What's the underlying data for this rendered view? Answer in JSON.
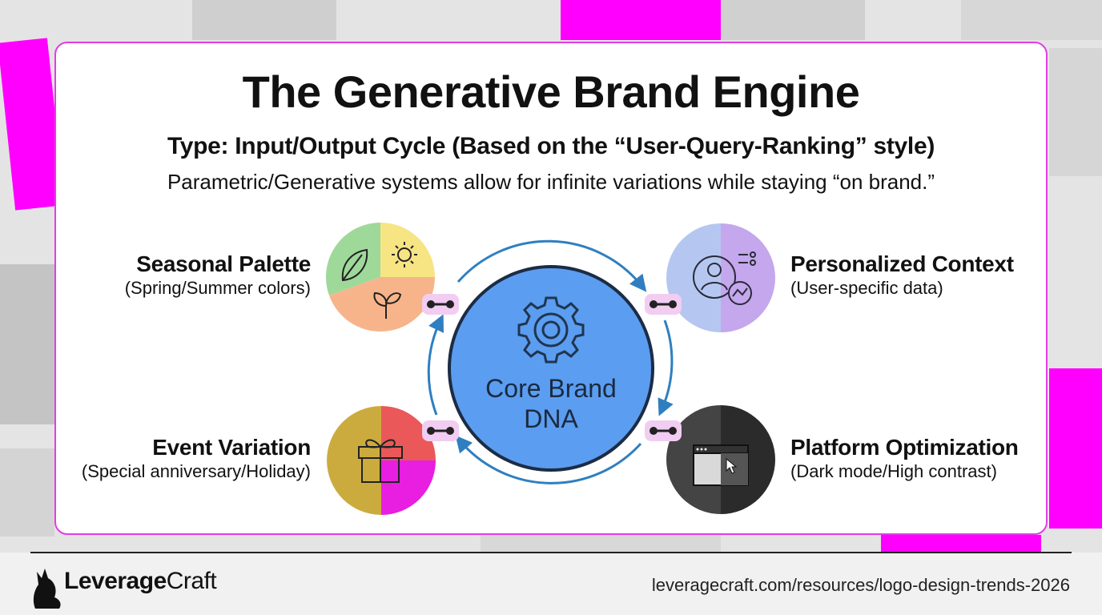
{
  "title": "The Generative Brand Engine",
  "subtitle": "Type: Input/Output Cycle (Based on the “User-Query-Ranking” style)",
  "description": "Parametric/Generative systems allow for infinite variations while staying “on brand.”",
  "center": {
    "line1": "Core Brand",
    "line2": "DNA",
    "icon": "gear-icon",
    "color": "#4f97f0"
  },
  "nodes": {
    "seasonal": {
      "title": "Seasonal Palette",
      "subtitle": "(Spring/Summer colors)",
      "icons": [
        "leaf-icon",
        "sun-icon",
        "sprout-icon"
      ]
    },
    "personalized": {
      "title": "Personalized Context",
      "subtitle": "(User-specific data)",
      "icon": "user-data-icon"
    },
    "event": {
      "title": "Event Variation",
      "subtitle": "(Special anniversary/Holiday)",
      "icon": "gift-icon"
    },
    "platform": {
      "title": "Platform Optimization",
      "subtitle": "(Dark mode/High contrast)",
      "icon": "browser-window-icon"
    }
  },
  "colors": {
    "accent": "#e23ce6",
    "arrow": "#2f7fc0"
  },
  "footer": {
    "brand_bold": "Leverage",
    "brand_light": "Craft",
    "url": "leveragecraft.com/resources/logo-design-trends-2026",
    "logo_icon": "fox-icon"
  }
}
